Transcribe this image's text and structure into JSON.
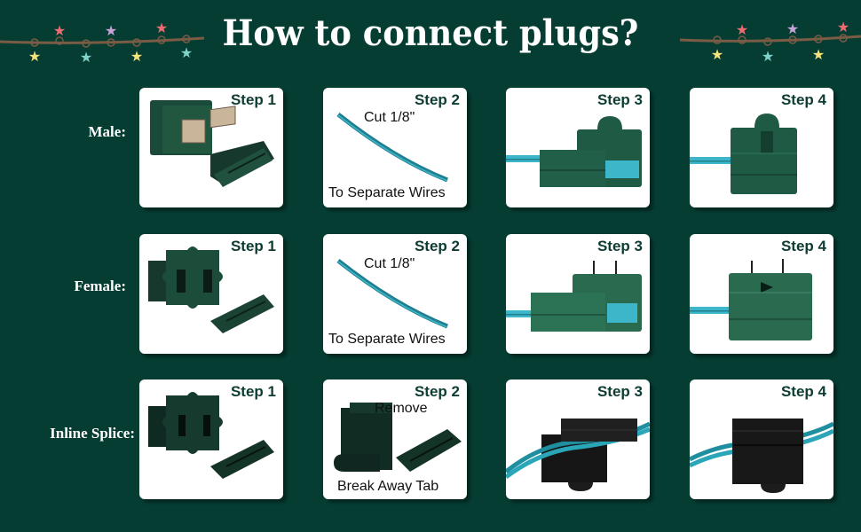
{
  "title": "How to connect plugs?",
  "colors": {
    "background": "#053d33",
    "card": "#ffffff",
    "plug_green": "#1d5a45",
    "plug_dark": "#0f2a22",
    "wire": "#2aa6b8"
  },
  "decorations": {
    "left": "string-lights-garland",
    "right": "string-lights-garland"
  },
  "rows": [
    {
      "label": "Male:",
      "steps": [
        {
          "step": "Step 1",
          "image": "male-plug-and-cover"
        },
        {
          "step": "Step 2",
          "image": "wire-cut",
          "caption_top": "Cut 1/8\"",
          "caption_bottom": "To Separate Wires"
        },
        {
          "step": "Step 3",
          "image": "male-plug-inserting-wire"
        },
        {
          "step": "Step 4",
          "image": "male-plug-assembled"
        }
      ]
    },
    {
      "label": "Female:",
      "steps": [
        {
          "step": "Step 1",
          "image": "female-plug-and-cover"
        },
        {
          "step": "Step 2",
          "image": "wire-cut",
          "caption_top": "Cut 1/8\"",
          "caption_bottom": "To Separate Wires"
        },
        {
          "step": "Step 3",
          "image": "female-plug-inserting-wire"
        },
        {
          "step": "Step 4",
          "image": "female-plug-assembled"
        }
      ]
    },
    {
      "label": "Inline Splice:",
      "steps": [
        {
          "step": "Step 1",
          "image": "splice-plug-and-cover"
        },
        {
          "step": "Step 2",
          "image": "splice-remove-tab",
          "caption_top": "Remove",
          "caption_bottom": "Break Away Tab"
        },
        {
          "step": "Step 3",
          "image": "splice-inserting-wire"
        },
        {
          "step": "Step 4",
          "image": "splice-assembled"
        }
      ]
    }
  ]
}
